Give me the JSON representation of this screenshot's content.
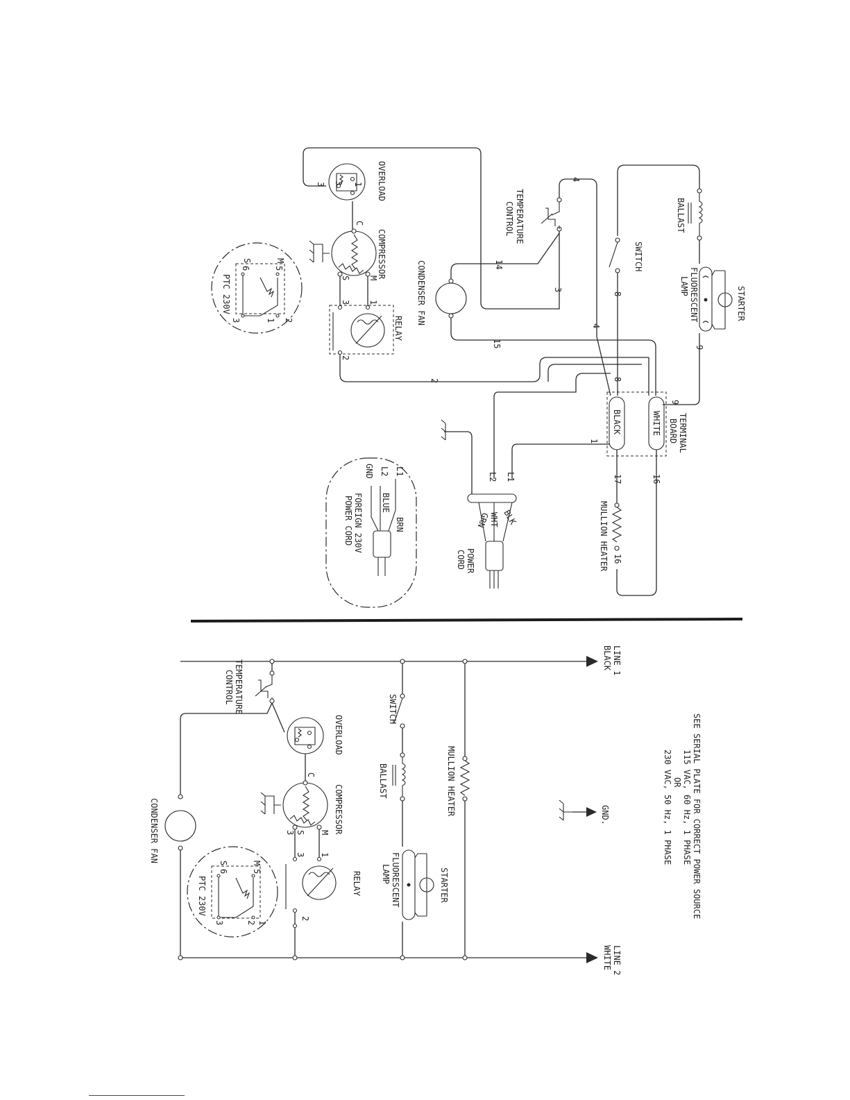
{
  "pictorial": {
    "overload": "OVERLOAD",
    "overload_pins": [
      "3",
      "3",
      "1"
    ],
    "compressor": "COMPRESSOR",
    "compressor_pins": [
      "C",
      "S",
      "M"
    ],
    "relay": "RELAY",
    "relay_pins": [
      "3",
      "1",
      "2"
    ],
    "temp_control": [
      "TEMPERATURE",
      "CONTROL"
    ],
    "condenser_fan": "CONDENSER FAN",
    "switch": "SWITCH",
    "ballast": "BALLAST",
    "fluorescent_lamp": [
      "FLUORESCENT",
      "LAMP"
    ],
    "starter": "STARTER",
    "terminal_board": [
      "TERMINAL",
      "BOARD"
    ],
    "black": "BLACK",
    "white": "WHITE",
    "mullion_heater": "MULLION HEATER",
    "power_cord": [
      "POWER",
      "CORD"
    ],
    "cord_colors": [
      "BLK",
      "WHT",
      "GRN"
    ],
    "line_labels": [
      "L1",
      "L2"
    ],
    "foreign_cord": {
      "lines": [
        "L1",
        "L2",
        "GND"
      ],
      "colors": [
        "BRN",
        "BLUE"
      ],
      "title": [
        "FOREIGN 230V",
        "POWER CORD"
      ]
    },
    "ptc": "PTC 230V",
    "ptc_pins": [
      "S",
      "M",
      "6",
      "5",
      "3",
      "2",
      "1"
    ],
    "wire_numbers": [
      "4",
      "4",
      "14",
      "3",
      "15",
      "2",
      "8",
      "8",
      "9",
      "9",
      "1",
      "17",
      "16",
      "16"
    ]
  },
  "schematic": {
    "line1": [
      "LINE 1",
      "BLACK"
    ],
    "line2": [
      "LINE 2",
      "WHITE"
    ],
    "gnd": "GND.",
    "note": [
      "SEE SERIAL PLATE FOR CORRECT POWER SOURCE",
      "115 VAC, 60 Hz, 1 PHASE",
      "OR",
      "230 VAC, 50 Hz, 1 PHASE"
    ],
    "mullion_heater": "MULLION HEATER",
    "switch": "SWITCH",
    "ballast": "BALLAST",
    "fluorescent_lamp": [
      "FLUORESCENT",
      "LAMP"
    ],
    "starter": "STARTER",
    "temp_control": [
      "TEMPERATURE",
      "CONTROL"
    ],
    "overload": "OVERLOAD",
    "compressor": "COMPRESSOR",
    "compressor_pins": [
      "C",
      "S",
      "M",
      "3"
    ],
    "relay": "RELAY",
    "relay_pins": [
      "3",
      "1",
      "2"
    ],
    "condenser_fan": "CONDENSER FAN",
    "ptc": "PTC 230V",
    "ptc_pins": [
      "S",
      "M",
      "6",
      "5",
      "3",
      "2",
      "1"
    ]
  }
}
